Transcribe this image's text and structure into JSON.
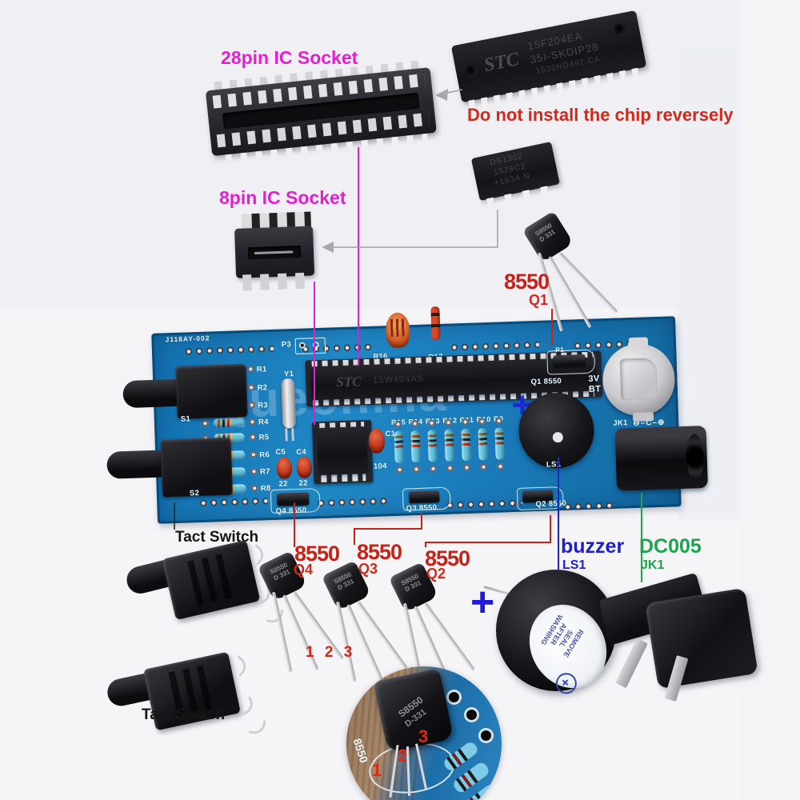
{
  "colors": {
    "magenta_label": "#e41fd0",
    "red_label": "#cf2a1b",
    "dark_red_label": "#c3241a",
    "blue_label": "#1f1fc8",
    "green_label": "#1fa34c",
    "black_label": "#161616",
    "pcb_blue": "#1878b8",
    "line_magenta": "#e01fd0",
    "line_red": "#c8231a",
    "line_blue": "#2222cc",
    "line_green": "#1fa34c",
    "line_gray": "#a0a0a0"
  },
  "annotations": {
    "socket28": "28pin IC Socket",
    "socket8": "8pin IC Socket",
    "warning": "Do not install the chip reversely",
    "tact_top": "Tact Switch",
    "tact_bottom": "Tact Switch",
    "pin_numbers": "1 2 3",
    "buzzer_name": "buzzer",
    "buzzer_ref": "LS1",
    "dc_name": "DC005",
    "dc_ref": "JK1",
    "q1_part": "8550",
    "q1_ref": "Q1",
    "q2_part": "8550",
    "q2_ref": "Q2",
    "q3_part": "8550",
    "q3_ref": "Q3",
    "q4_part": "8550",
    "q4_ref": "Q4",
    "plus": "+"
  },
  "photos": {
    "stc_chip": {
      "brand": "STC",
      "line1": "15F204EA",
      "line2": "35I-SKDIP28",
      "line3": "1535HD492.CA"
    },
    "ds1302": {
      "line1": "DS1302",
      "line2": "1528C2",
      "line3": "+163A N"
    },
    "to92": {
      "line1": "S8550",
      "line2": "D 331"
    },
    "buzzer_sticker": {
      "line1": "REMOVE",
      "line2": "SEAL",
      "line3": "AFTER",
      "line4": "WASHING",
      "plus": "+"
    }
  },
  "pcb": {
    "board_id": "J118AY-002",
    "watermark": "iquechina",
    "p3": "P3",
    "p1": "P1",
    "r_row": [
      "R1",
      "R2",
      "R3",
      "R4",
      "R5",
      "R6",
      "R7",
      "R8"
    ],
    "y1": "Y1",
    "c5": "C5",
    "c4": "C4",
    "c5_val": "22",
    "c4_val": "22",
    "r16": "R16",
    "r17": "R17",
    "mcu_brand": "STC",
    "mcu_part": "15W404AS",
    "r_vert_row": "R15 R14 R13 R12 R11 R10 R9",
    "c1": "C1",
    "c1_val": "104",
    "q1_silk": "Q1 8550",
    "q2_silk": "Q2 8550",
    "q3_silk": "Q3 8550",
    "q4_silk": "Q4 8550",
    "batt_v": "3V",
    "batt_ref": "BT",
    "jk1_silk": "JK1",
    "polarity": "⊖–C–⊕",
    "ls1_silk": "LS1",
    "s1": "S1",
    "s2": "S2"
  },
  "inset": {
    "n1": "1",
    "n2": "2",
    "n3": "3",
    "silk": "8550",
    "mark1": "S8550",
    "mark2": "D-331"
  }
}
